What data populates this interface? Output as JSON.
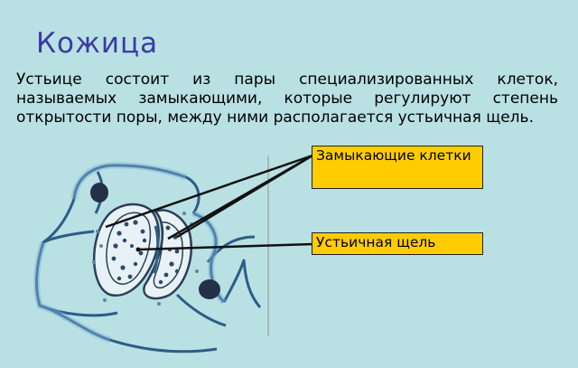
{
  "slide": {
    "title": "Кожица",
    "paragraph": "Устьице состоит из пары специализированных клеток, называемых замыкающими, которые регулируют степень открытости поры, между ними располагается устьичная щель.",
    "labels": {
      "guard_cells": "Замыкающие клетки",
      "stomatal_slit": "Устьичная щель"
    }
  },
  "colors": {
    "background": "#b9e0e3",
    "title": "#3b3aa3",
    "label_fill": "#ffcc00"
  }
}
